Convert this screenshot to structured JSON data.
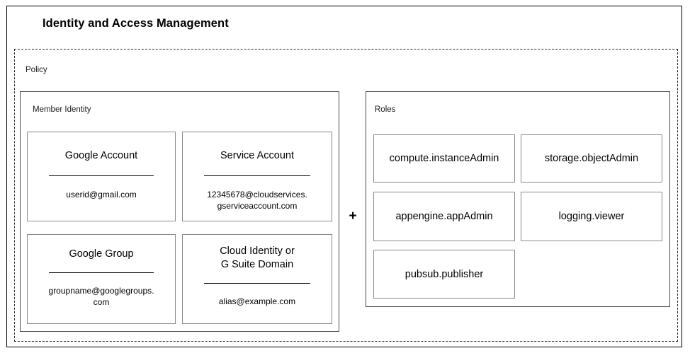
{
  "diagram": {
    "title": "Identity and Access Management",
    "policy_label": "Policy",
    "operator": "+"
  },
  "member_identity": {
    "label": "Member Identity",
    "cards": [
      {
        "title": "Google Account",
        "value": "userid@gmail.com"
      },
      {
        "title": "Service Account",
        "value": "12345678@cloudservices.\ngserviceaccount.com"
      },
      {
        "title": "Google Group",
        "value": "groupname@googlegroups.\ncom"
      },
      {
        "title": "Cloud Identity or\nG Suite Domain",
        "value": "alias@example.com"
      }
    ]
  },
  "roles": {
    "label": "Roles",
    "items": [
      {
        "name": "compute.instanceAdmin"
      },
      {
        "name": "storage.objectAdmin"
      },
      {
        "name": "appengine.appAdmin"
      },
      {
        "name": "logging.viewer"
      },
      {
        "name": "pubsub.publisher"
      }
    ]
  },
  "colors": {
    "background": "#ffffff",
    "outer_border": "#000000",
    "dashed_border": "#2b2b2b",
    "section_border": "#4a4a4a",
    "card_border": "#8a8a8a",
    "text": "#000000"
  }
}
